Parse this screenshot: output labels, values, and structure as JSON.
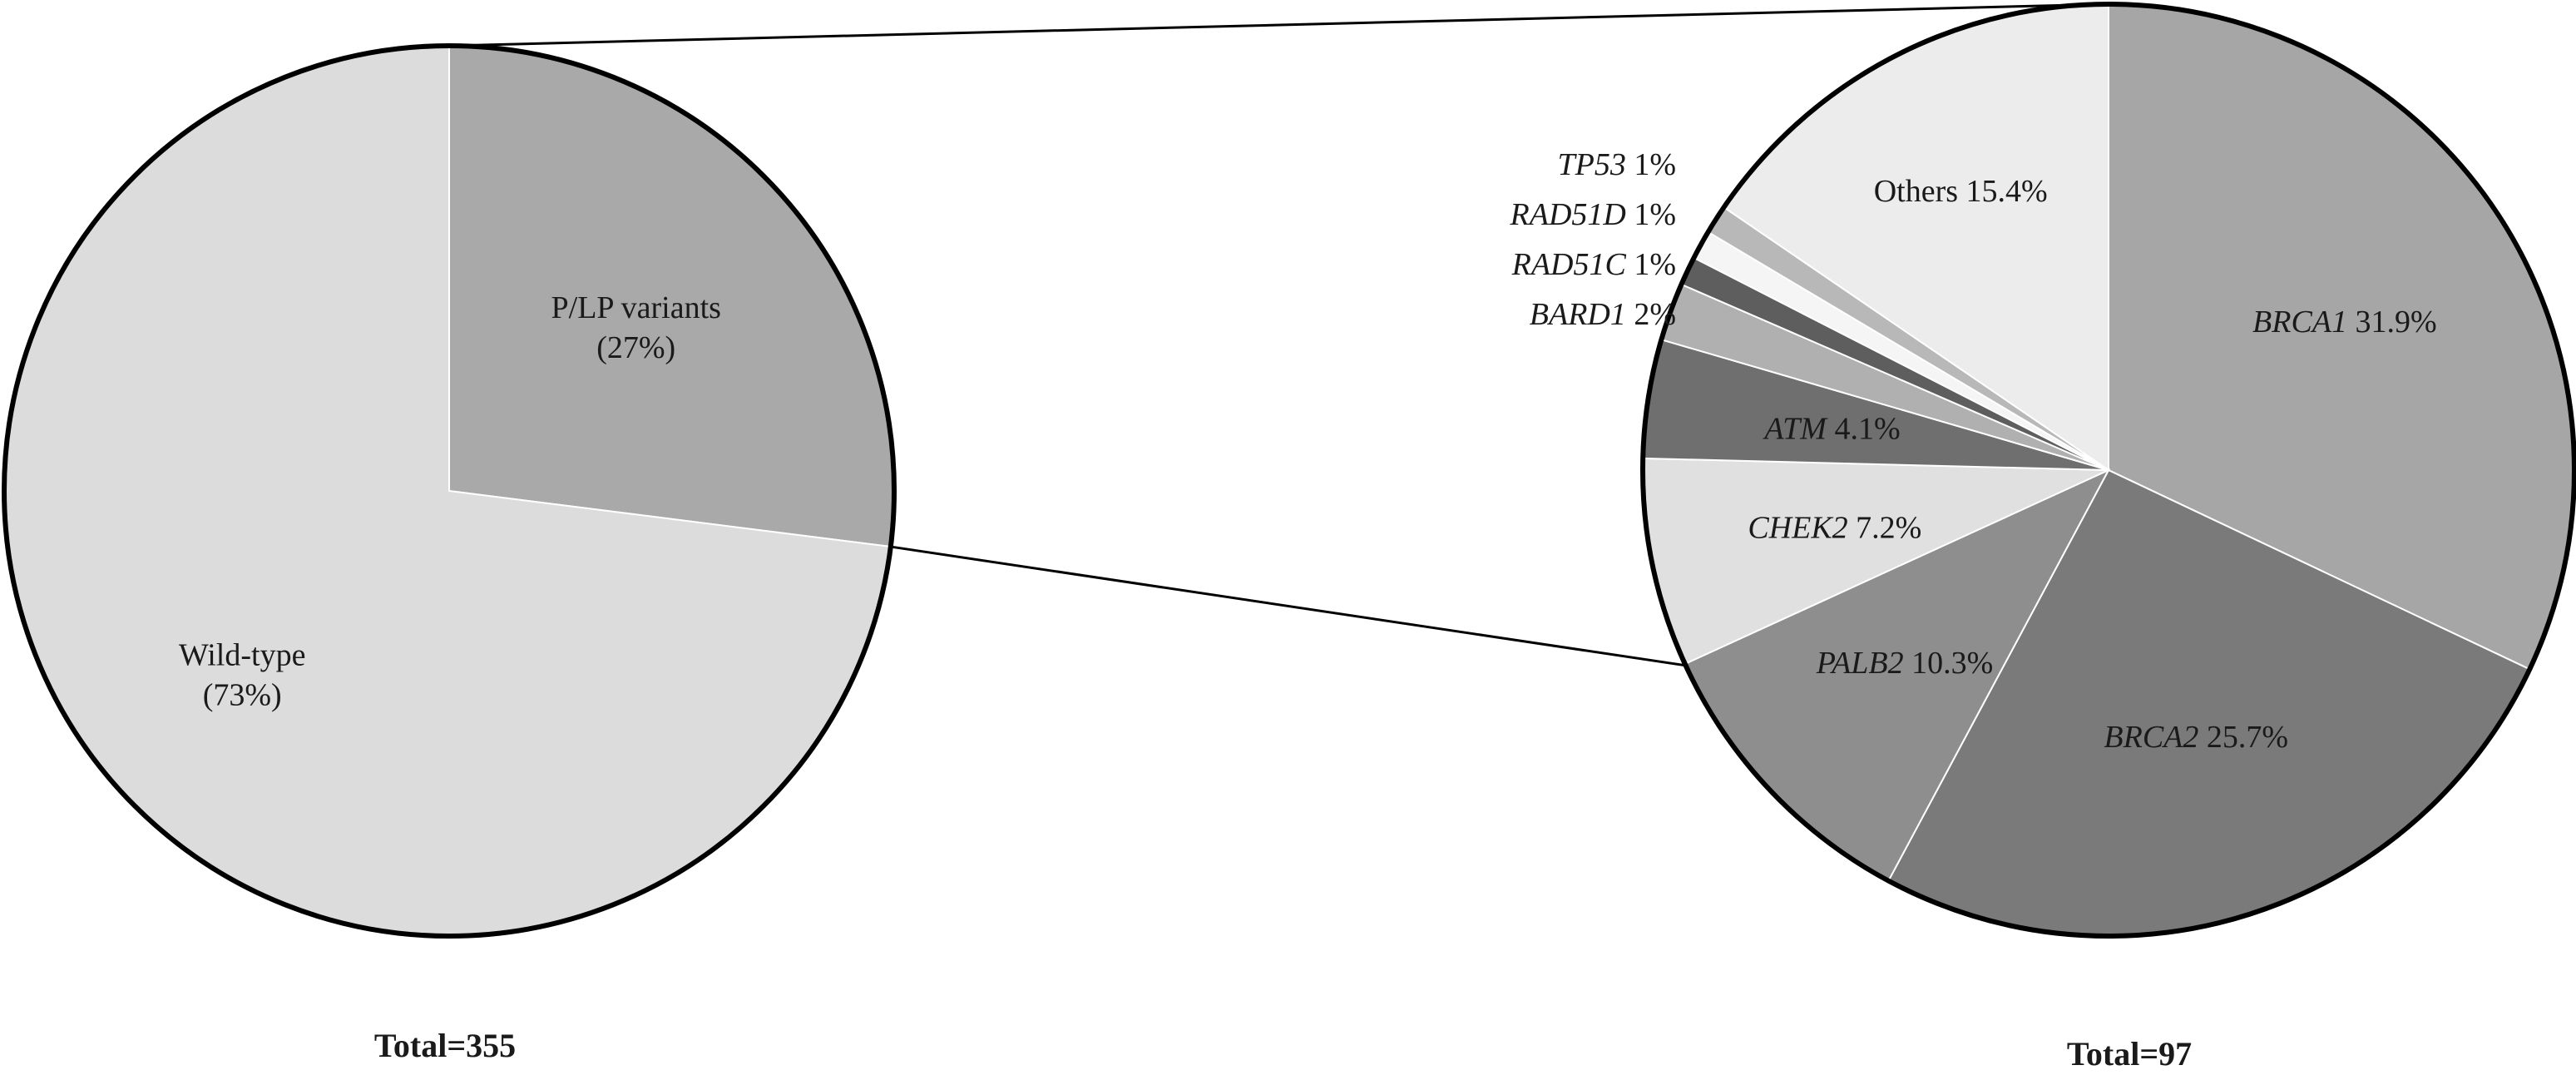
{
  "chart_data": [
    {
      "type": "pie",
      "total_label": "Total=355",
      "slices": [
        {
          "name": "P/LP variants",
          "pct_text": "(27%)",
          "value": 27,
          "color": "#a9a9a9"
        },
        {
          "name": "Wild-type",
          "pct_text": "(73%)",
          "value": 73,
          "color": "#dcdcdc"
        }
      ]
    },
    {
      "type": "pie",
      "total_label": "Total=97",
      "slices": [
        {
          "name": "BRCA1",
          "pct_text": "31.9%",
          "value": 31.9,
          "italic": true,
          "color": "#a6a6a6"
        },
        {
          "name": "BRCA2",
          "pct_text": "25.7%",
          "value": 25.7,
          "italic": true,
          "color": "#7a7a7a"
        },
        {
          "name": "PALB2",
          "pct_text": "10.3%",
          "value": 10.3,
          "italic": true,
          "color": "#8e8e8e"
        },
        {
          "name": "CHEK2",
          "pct_text": "7.2%",
          "value": 7.2,
          "italic": true,
          "color": "#e0e0e0"
        },
        {
          "name": "ATM",
          "pct_text": "4.1%",
          "value": 4.1,
          "italic": true,
          "color": "#6f6f6f"
        },
        {
          "name": "BARD1",
          "pct_text": "2%",
          "value": 2,
          "italic": true,
          "color": "#b0b0b0"
        },
        {
          "name": "RAD51C",
          "pct_text": "1%",
          "value": 1,
          "italic": true,
          "color": "#5e5e5e"
        },
        {
          "name": "RAD51D",
          "pct_text": "1%",
          "value": 1,
          "italic": true,
          "color": "#f5f5f5"
        },
        {
          "name": "TP53",
          "pct_text": "1%",
          "value": 1,
          "italic": true,
          "color": "#b8b8b8"
        },
        {
          "name": "Others",
          "pct_text": "15.4%",
          "value": 15.4,
          "italic": false,
          "color": "#ececec"
        }
      ]
    }
  ]
}
